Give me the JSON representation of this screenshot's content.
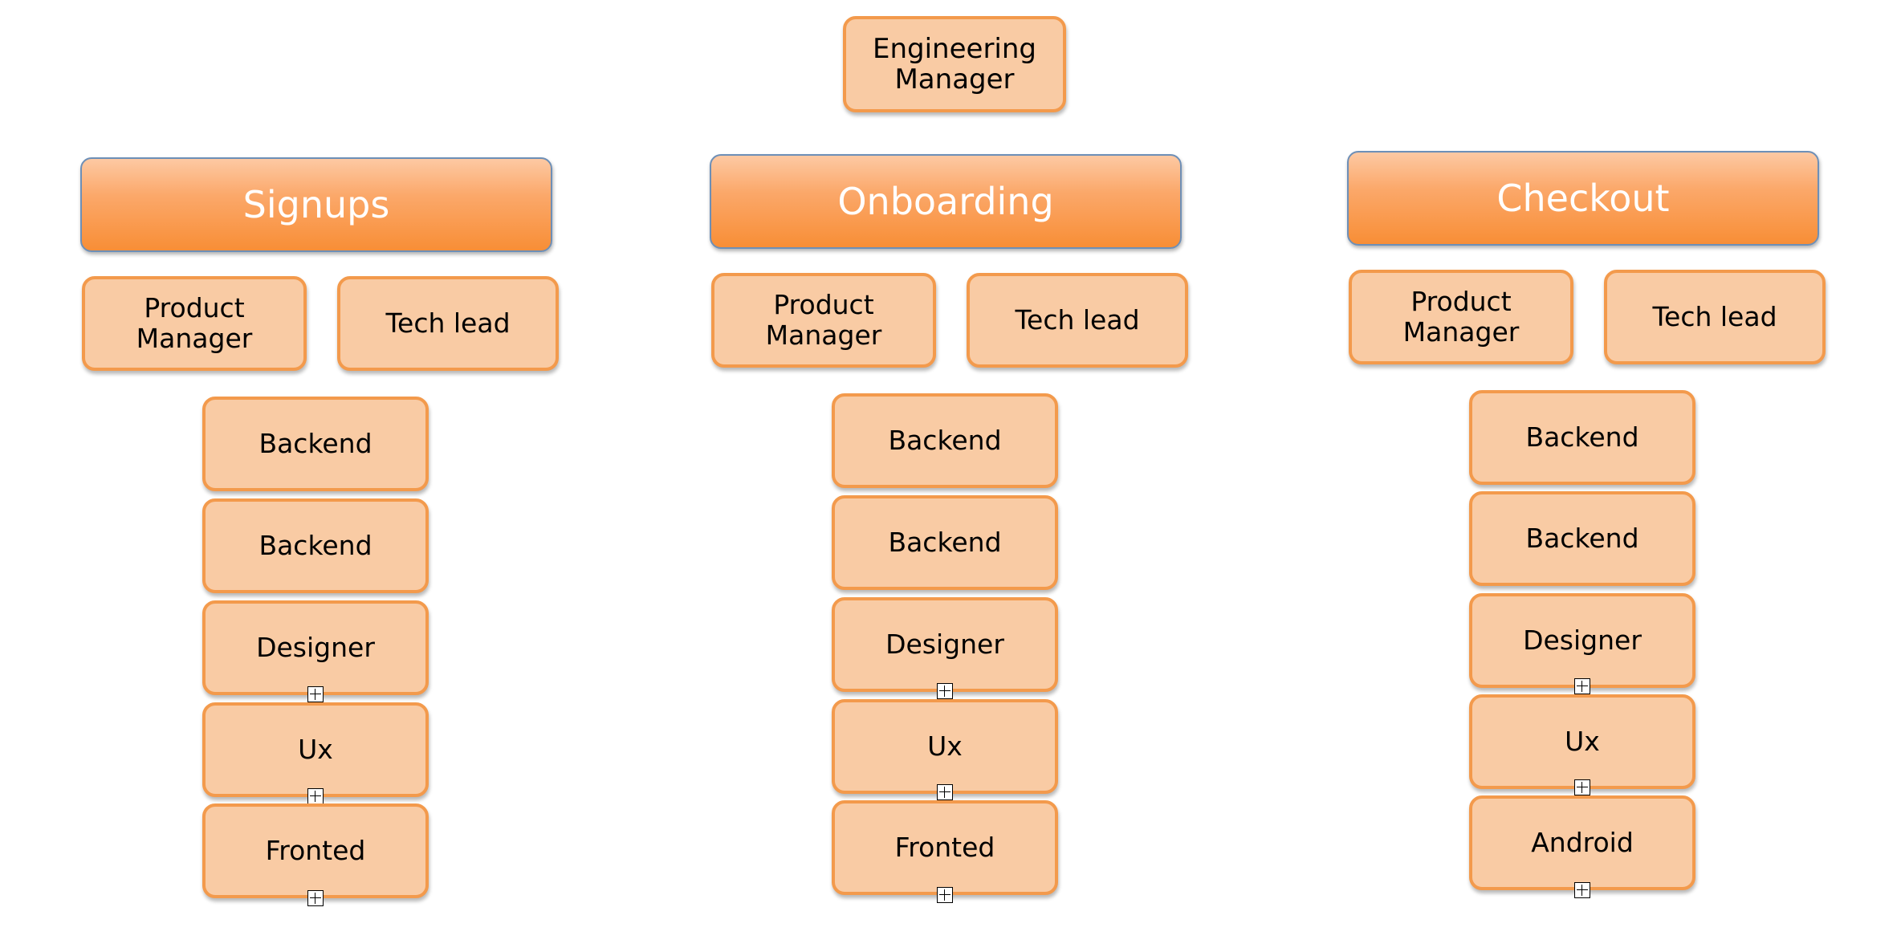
{
  "root": {
    "label": "Engineering Manager"
  },
  "teams": [
    {
      "name": "Signups",
      "leads": [
        "Product Manager",
        "Tech lead"
      ],
      "members": [
        "Backend",
        "Backend",
        "Designer",
        "Ux",
        "Fronted"
      ]
    },
    {
      "name": "Onboarding",
      "leads": [
        "Product Manager",
        "Tech lead"
      ],
      "members": [
        "Backend",
        "Backend",
        "Designer",
        "Ux",
        "Fronted"
      ]
    },
    {
      "name": "Checkout",
      "leads": [
        "Product Manager",
        "Tech lead"
      ],
      "members": [
        "Backend",
        "Backend",
        "Designer",
        "Ux",
        "Android"
      ]
    }
  ],
  "colors": {
    "node_fill": "#f9cba4",
    "node_border": "#f39a4c",
    "team_fill": "#f88e36",
    "team_border": "#6d8fb7",
    "team_text": "#ffffff"
  },
  "icons": {
    "expand": "plus-box-icon"
  }
}
